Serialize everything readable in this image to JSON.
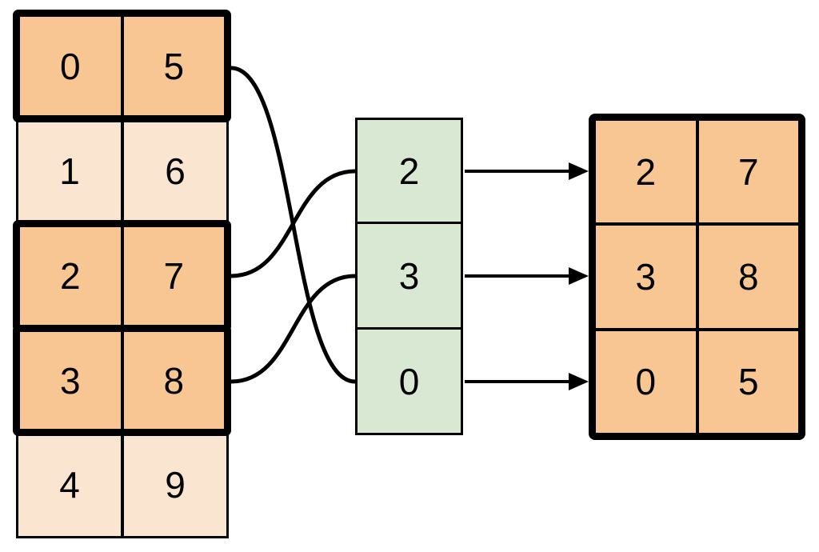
{
  "diagram": {
    "source_table": {
      "rows": [
        {
          "cells": [
            "0",
            "5"
          ],
          "highlighted": true
        },
        {
          "cells": [
            "1",
            "6"
          ],
          "highlighted": false
        },
        {
          "cells": [
            "2",
            "7"
          ],
          "highlighted": true
        },
        {
          "cells": [
            "3",
            "8"
          ],
          "highlighted": true
        },
        {
          "cells": [
            "4",
            "9"
          ],
          "highlighted": false
        }
      ]
    },
    "index_column": {
      "cells": [
        "2",
        "3",
        "0"
      ]
    },
    "result_table": {
      "rows": [
        {
          "cells": [
            "2",
            "7"
          ]
        },
        {
          "cells": [
            "3",
            "8"
          ]
        },
        {
          "cells": [
            "0",
            "5"
          ]
        }
      ]
    },
    "connections": {
      "curves": [
        {
          "from_source_row": "0,5",
          "to_index_value": "0"
        },
        {
          "from_source_row": "2,7",
          "to_index_value": "2"
        },
        {
          "from_source_row": "3,8",
          "to_index_value": "3"
        }
      ],
      "arrows": [
        {
          "from_index_value": "2",
          "to_result_row": "2,7"
        },
        {
          "from_index_value": "3",
          "to_result_row": "3,8"
        },
        {
          "from_index_value": "0",
          "to_result_row": "0,5"
        }
      ]
    },
    "colors": {
      "highlight_fill": "#F7C693",
      "plain_fill": "#FAE5D0",
      "index_fill": "#D9E8D3",
      "stroke": "#000000",
      "background": "#FFFFFF"
    }
  }
}
